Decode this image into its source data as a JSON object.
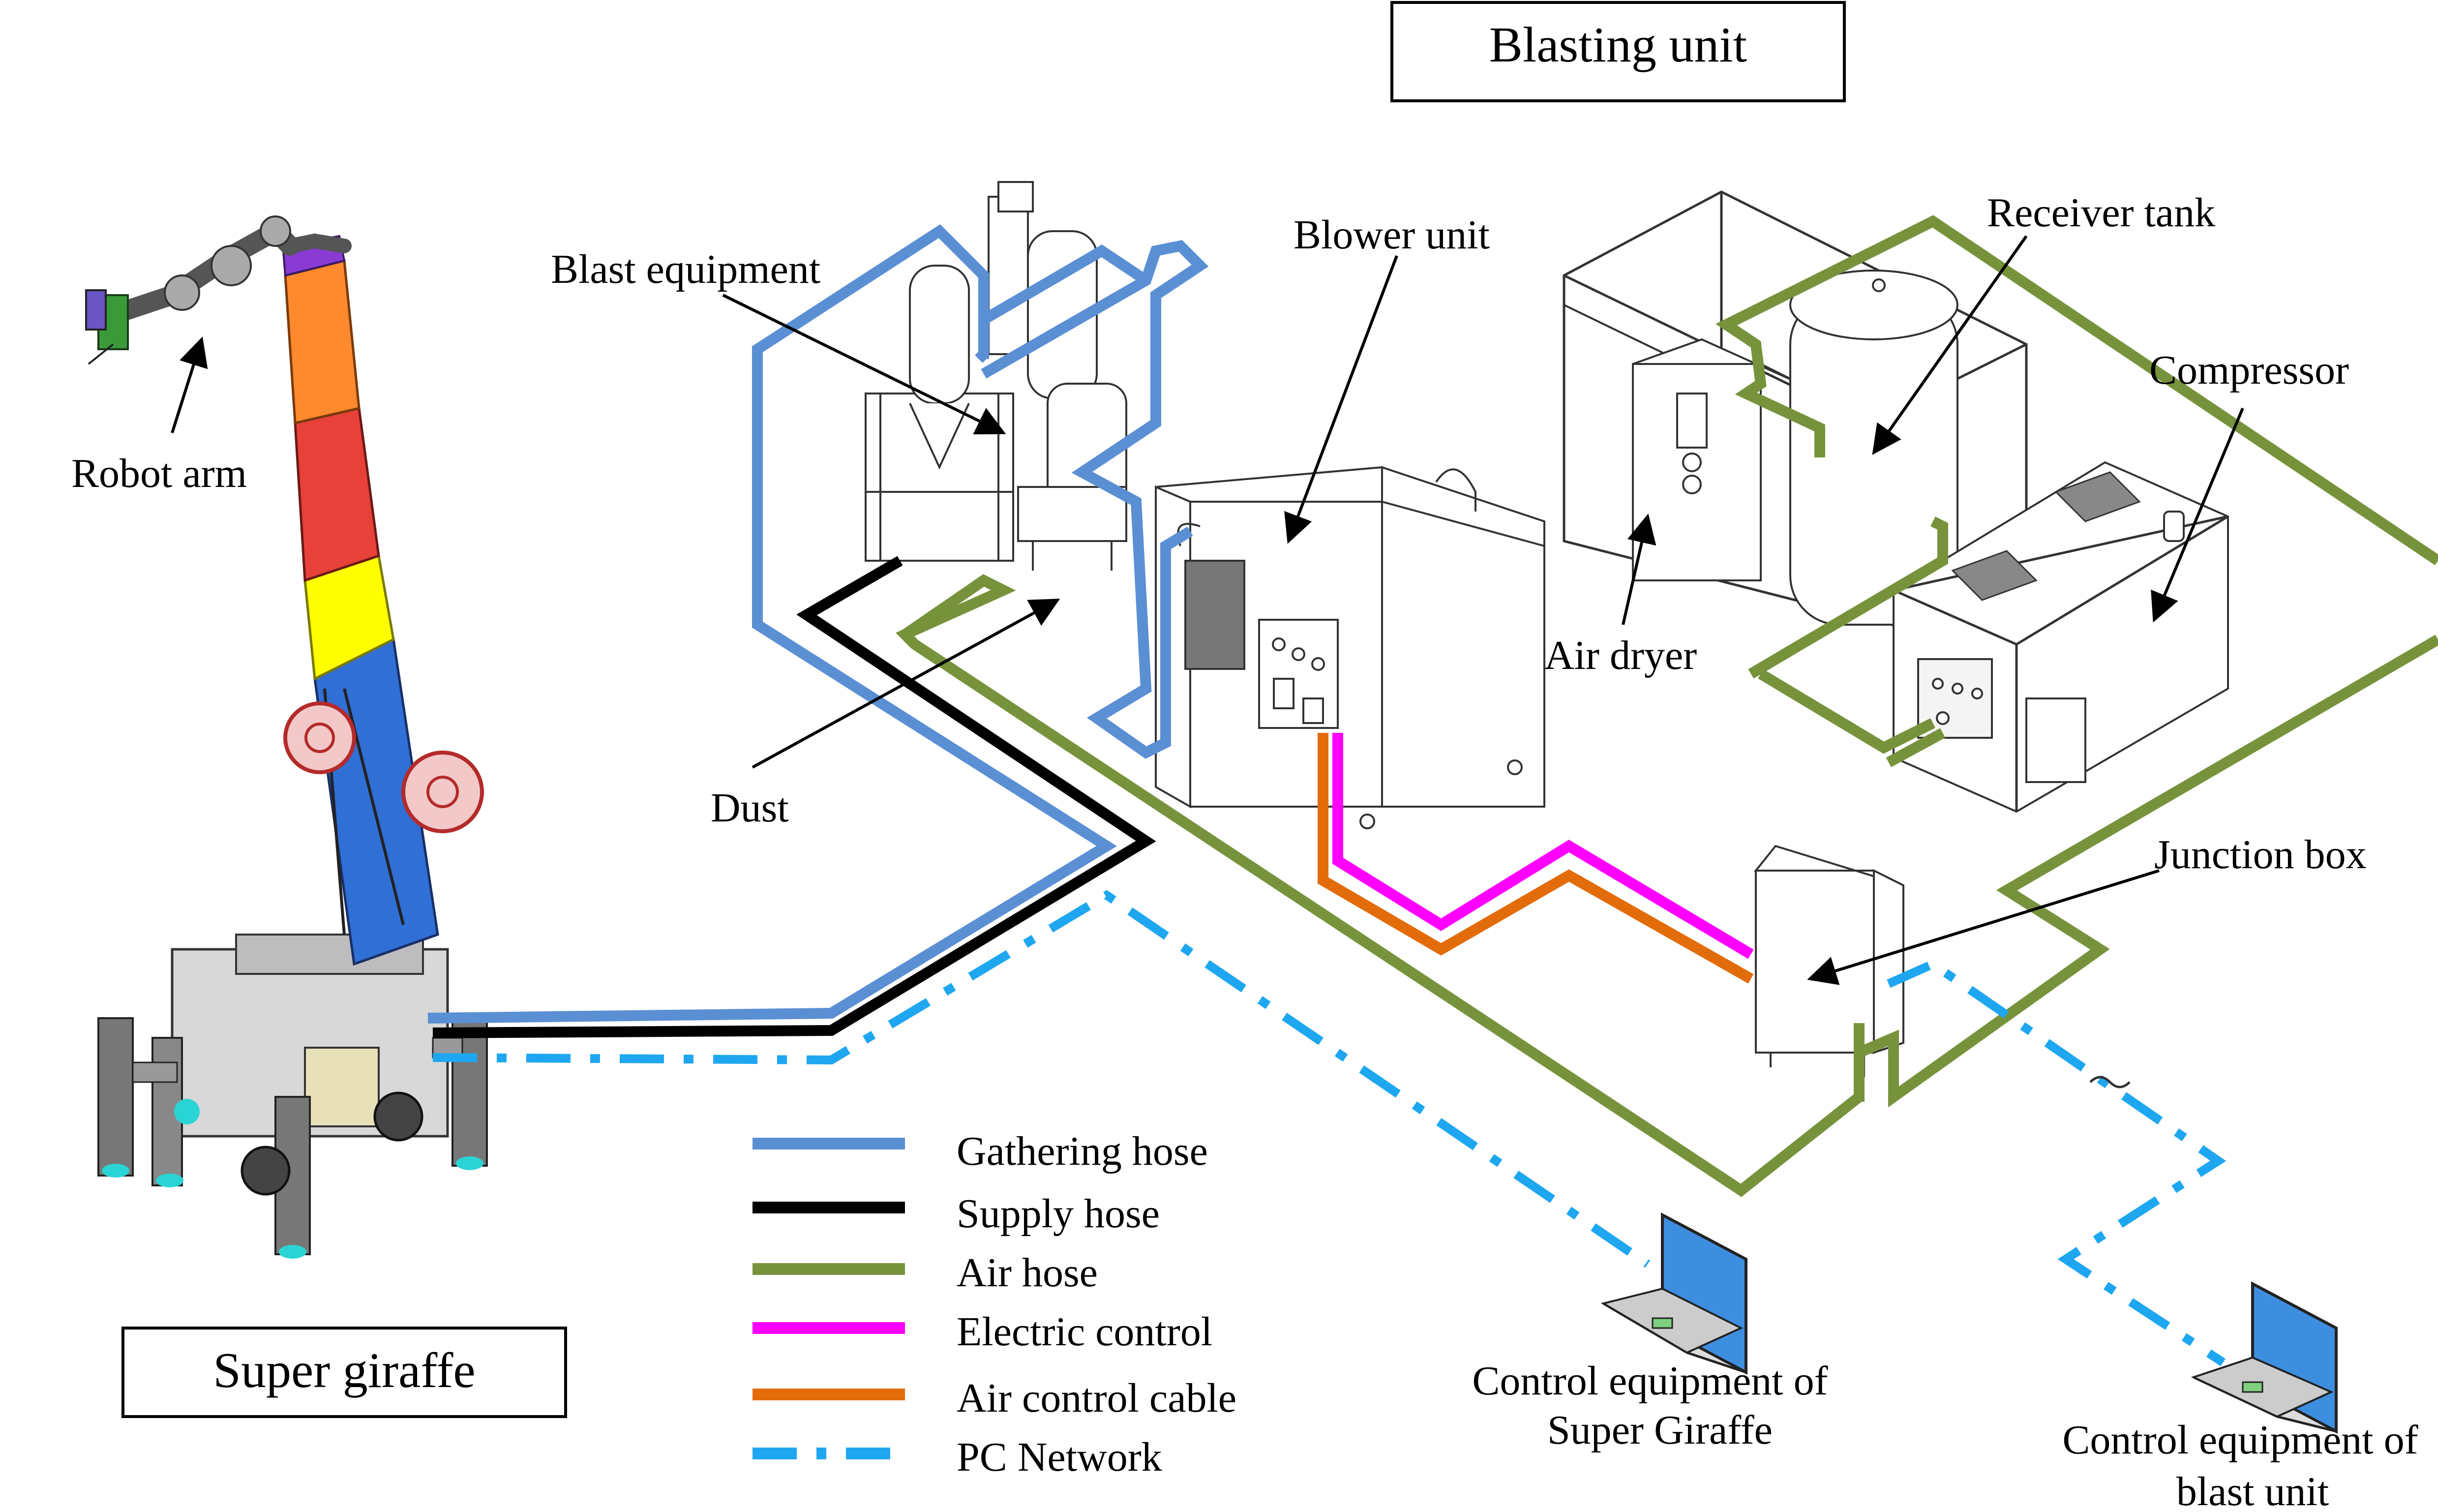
{
  "titles": {
    "blasting_unit": "Blasting unit",
    "super_giraffe": "Super giraffe"
  },
  "labels": {
    "robot_arm": "Robot arm",
    "blast_equipment": "Blast equipment",
    "blower_unit": "Blower unit",
    "receiver_tank": "Receiver tank",
    "compressor": "Compressor",
    "air_dryer": "Air dryer",
    "dust": "Dust",
    "junction_box": "Junction box",
    "control_sg_line1": "Control equipment of",
    "control_sg_line2": "Super Giraffe",
    "control_bu_line1": "Control equipment of",
    "control_bu_line2": "blast unit"
  },
  "legend": [
    {
      "label": "Gathering hose",
      "color": "#5b8fd4",
      "style": "solid"
    },
    {
      "label": "Supply hose",
      "color": "#000000",
      "style": "solid"
    },
    {
      "label": "Air hose",
      "color": "#76933c",
      "style": "solid"
    },
    {
      "label": "Electric control",
      "color": "#ff00ff",
      "style": "solid"
    },
    {
      "label": "Air control cable",
      "color": "#e36c0a",
      "style": "solid"
    },
    {
      "label": "PC Network",
      "color": "#1ea7f0",
      "style": "dash-dot"
    }
  ]
}
